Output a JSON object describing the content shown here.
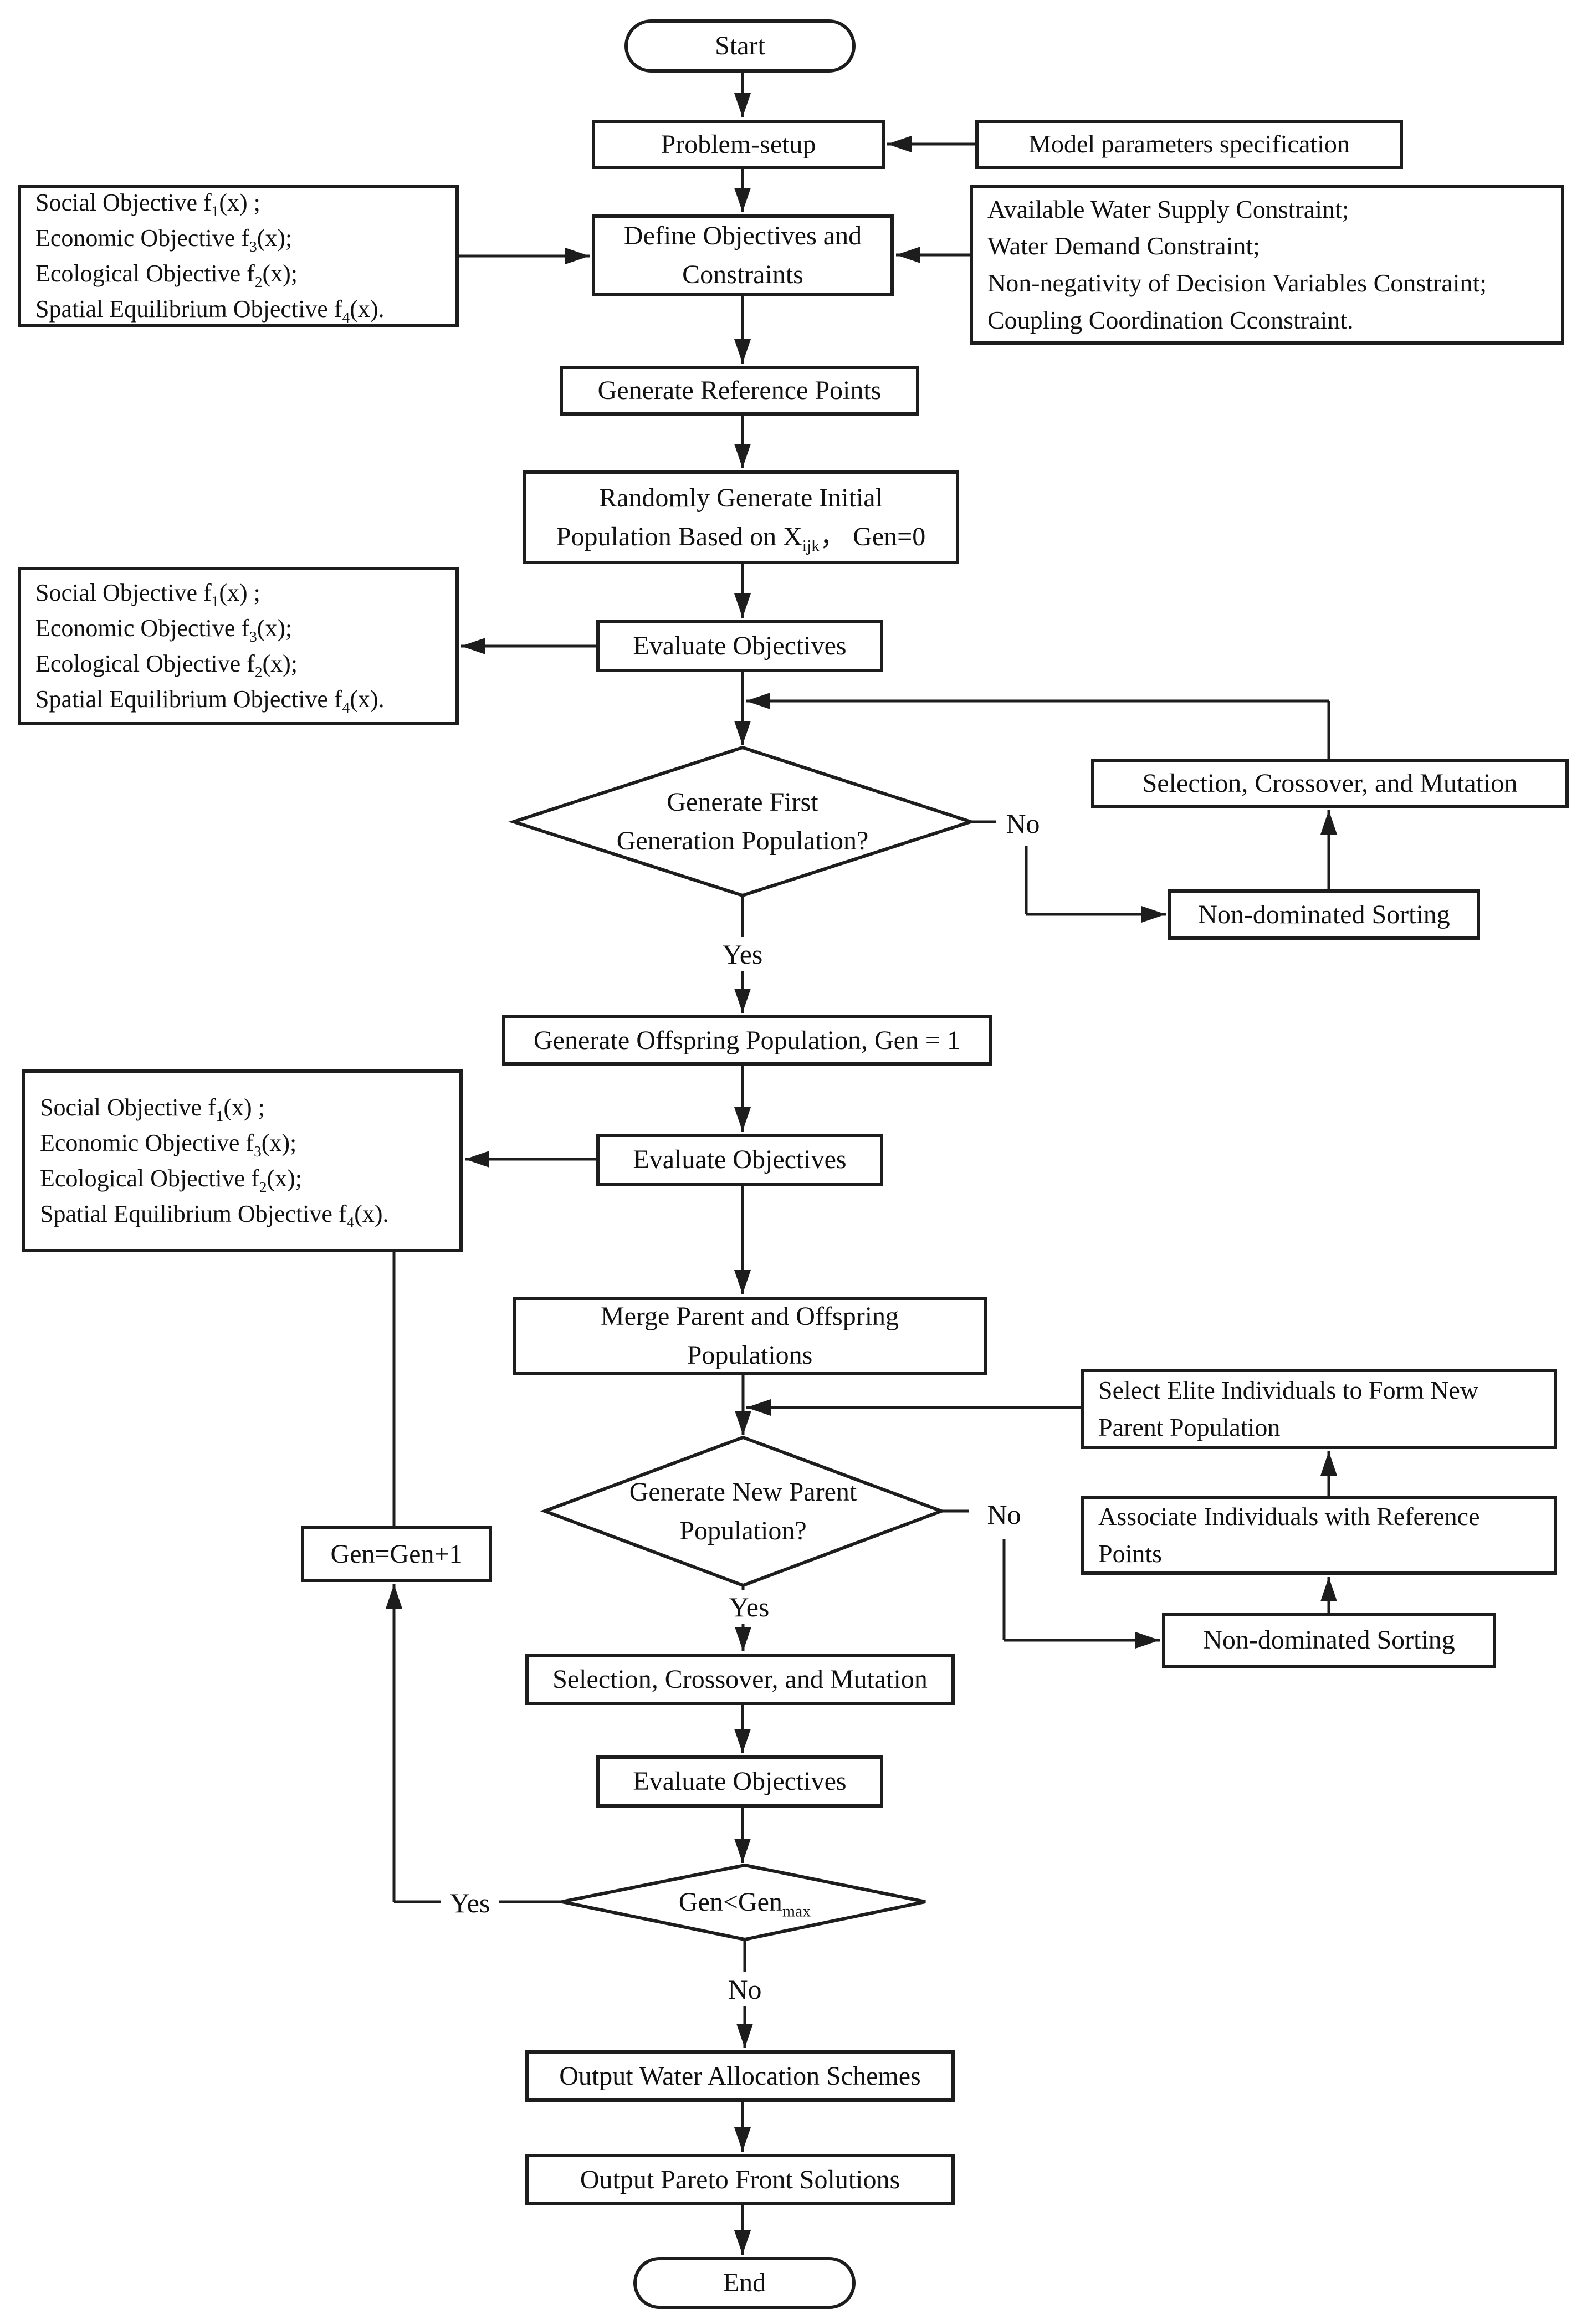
{
  "palette": {
    "ink": "#1d1d1d",
    "paper": "#ffffff"
  },
  "flowchart": {
    "start": "Start",
    "problem_setup": "Problem-setup",
    "model_params": "Model parameters specification",
    "objectives_box_1": {
      "lines": [
        "Social Objective f_{1}(x) ;",
        "Economic Objective f_{3}(x);",
        "Ecological Objective f_{2}(x);",
        "Spatial Equilibrium Objective f_{4}(x)."
      ]
    },
    "define_objectives": {
      "lines": [
        "Define Objectives and",
        "Constraints"
      ]
    },
    "constraints_box": {
      "lines": [
        "Available Water Supply Constraint;",
        "Water Demand Constraint;",
        "Non-negativity of Decision Variables Constraint;",
        "Coupling Coordination Cconstraint."
      ]
    },
    "generate_reference_points": "Generate Reference Points",
    "random_initial_population": {
      "lines": [
        "Randomly Generate Initial",
        "Population Based on X_{ijk}， Gen=0"
      ]
    },
    "objectives_box_2": {
      "lines": [
        "Social Objective f_{1}(x) ;",
        "Economic Objective f_{3}(x);",
        "Ecological Objective f_{2}(x);",
        "Spatial Equilibrium Objective f_{4}(x)."
      ]
    },
    "evaluate_objectives_1": "Evaluate Objectives",
    "decision_first_generation": {
      "lines": [
        "Generate First",
        "Generation Population?"
      ]
    },
    "selection_crossover_mutation_1": "Selection, Crossover, and Mutation",
    "non_dominated_sorting_1": "Non-dominated Sorting",
    "generate_offspring": "Generate Offspring Population, Gen = 1",
    "objectives_box_3": {
      "lines": [
        "Social Objective f_{1}(x) ;",
        "Economic Objective f_{3}(x);",
        "Ecological Objective f_{2}(x);",
        "Spatial Equilibrium Objective f_{4}(x)."
      ]
    },
    "evaluate_objectives_2": "Evaluate Objectives",
    "merge_populations": {
      "lines": [
        "Merge Parent and Offspring",
        "Populations"
      ]
    },
    "decision_new_parent": {
      "lines": [
        "Generate New Parent",
        "Population?"
      ]
    },
    "select_elite": {
      "lines": [
        "Select Elite Individuals to Form New",
        "Parent Population"
      ]
    },
    "associate_reference": {
      "lines": [
        "Associate Individuals with Reference",
        "Points"
      ]
    },
    "non_dominated_sorting_2": "Non-dominated Sorting",
    "gen_increment": "Gen=Gen+1",
    "selection_crossover_mutation_2": "Selection, Crossover, and Mutation",
    "evaluate_objectives_3": "Evaluate Objectives",
    "decision_gen_max": "Gen<Gen_{max}",
    "output_schemes": "Output Water Allocation Schemes",
    "output_pareto": "Output Pareto Front Solutions",
    "end": "End",
    "edge_labels": {
      "yes_1": "Yes",
      "no_1": "No",
      "yes_2": "Yes",
      "no_2": "No",
      "yes_3": "Yes",
      "no_3": "No"
    }
  }
}
